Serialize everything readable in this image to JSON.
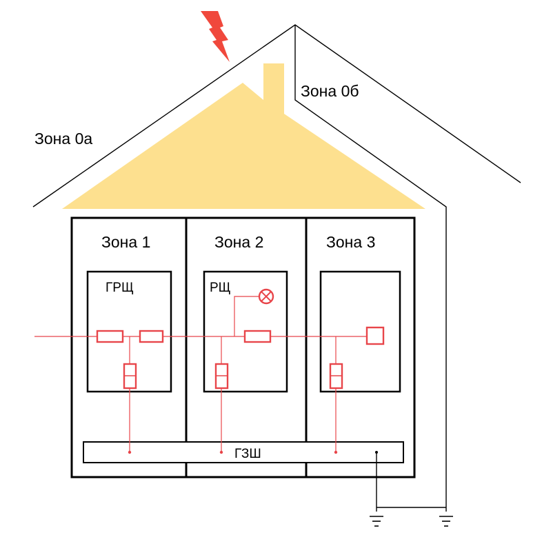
{
  "labels": {
    "zone_0a": "Зона 0а",
    "zone_0b": "Зона 0б",
    "zone_1": "Зона 1",
    "zone_2": "Зона 2",
    "zone_3": "Зона 3",
    "main_switchboard": "ГРЩ",
    "distribution_board": "РЩ",
    "main_earthing_bar": "ГЗШ"
  },
  "colors": {
    "roof_fill": "#FDE08F",
    "wiring": "#E8454A",
    "lightning": "#F0483C",
    "outline": "#000000"
  },
  "icons": {
    "lightning": "lightning-bolt-icon",
    "lamp": "lamp-icon",
    "ground": "ground-icon"
  }
}
